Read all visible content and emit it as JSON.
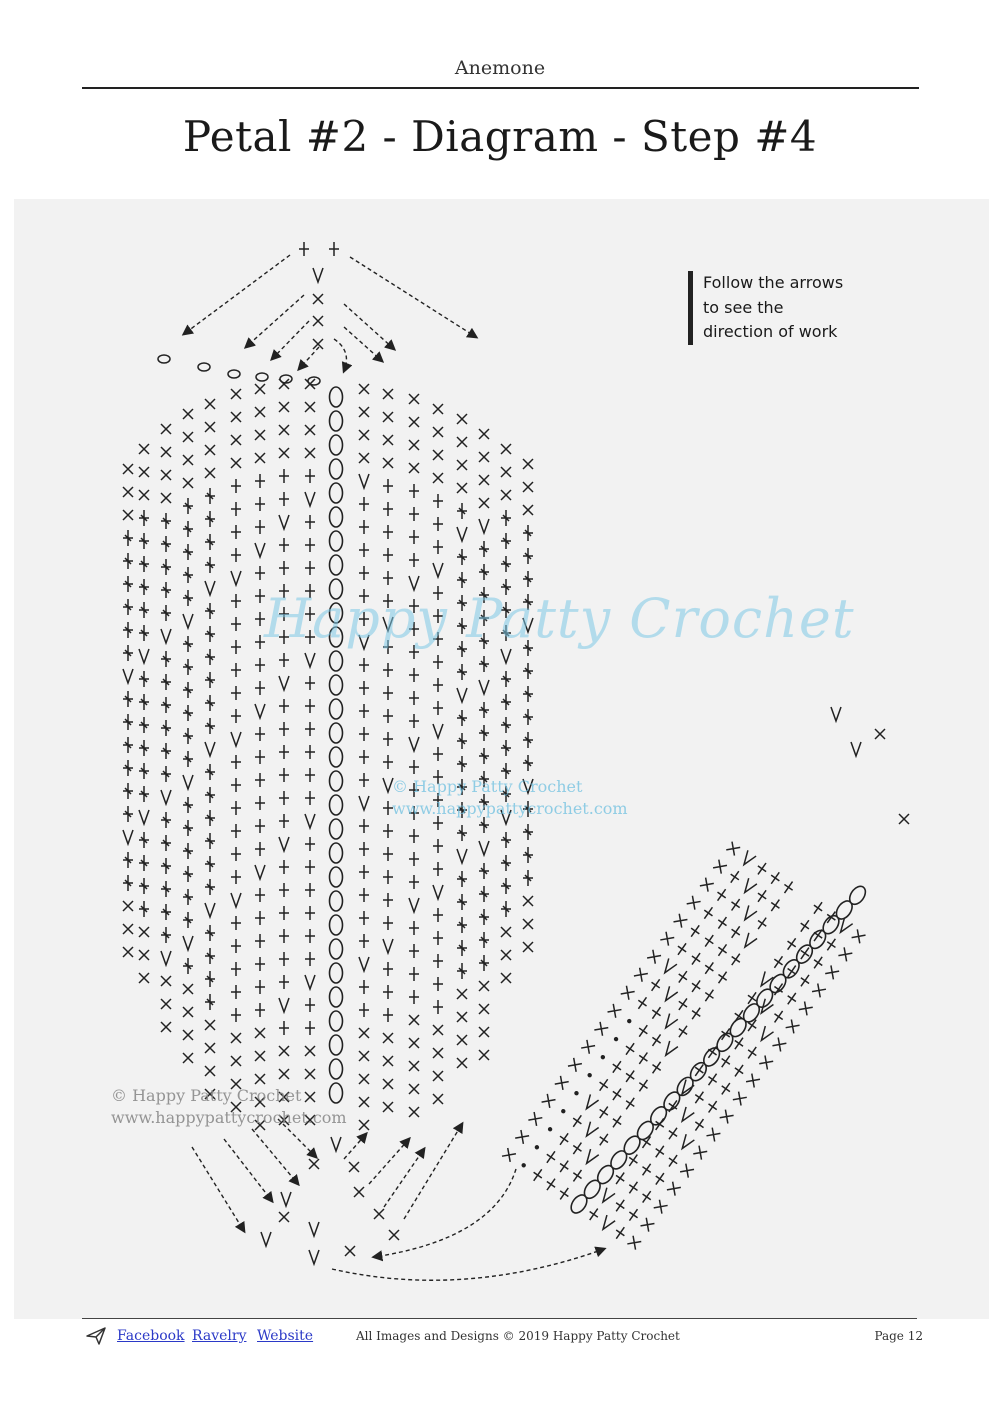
{
  "header": {
    "doc_name": "Anemone"
  },
  "page_title": "Petal #2 - Diagram - Step #4",
  "note": "Follow the arrows\nto see the\ndirection of work",
  "watermarks": {
    "script": "Happy Patty Crochet",
    "center_line1": "© Happy Patty Crochet",
    "center_line2": "www.happypattycrochet.com",
    "corner_line1": "© Happy Patty Crochet",
    "corner_line2": "www.happypattycrochet.com"
  },
  "footer": {
    "links": [
      "Facebook",
      "Ravelry",
      "Website"
    ],
    "copyright": "All Images and Designs © 2019 Happy Patty Crochet",
    "page": "Page 12"
  },
  "colors": {
    "ink": "#222222",
    "panel": "#f2f2f2",
    "watermark": "#7fc9e6",
    "link": "#2b39c7"
  },
  "icons": [
    "send-icon"
  ]
}
